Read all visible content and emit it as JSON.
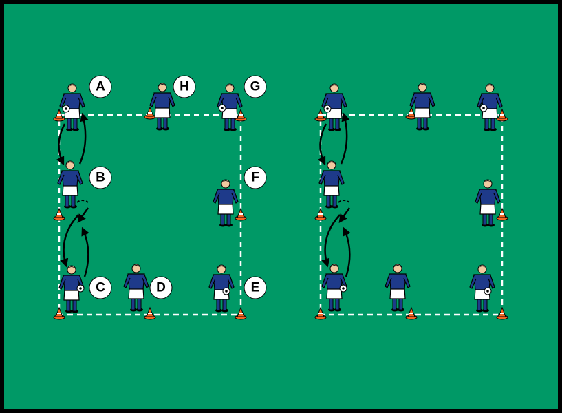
{
  "colors": {
    "pitch": "#009966",
    "border": "#000000",
    "dash_line": "#ffffff",
    "shirt": "#1e3a8a",
    "shorts": "#ffffff",
    "cone": "#f26522",
    "label_bg": "#ffffff"
  },
  "station_labels": {
    "a": "A",
    "b": "B",
    "c": "C",
    "d": "D",
    "e": "E",
    "f": "F",
    "g": "G",
    "h": "H"
  },
  "icons": {
    "player": "player-icon",
    "ball": "ball-icon",
    "cone": "cone-icon",
    "run_arrow": "run-arrow-icon",
    "pass_arrow": "pass-arrow-icon"
  }
}
